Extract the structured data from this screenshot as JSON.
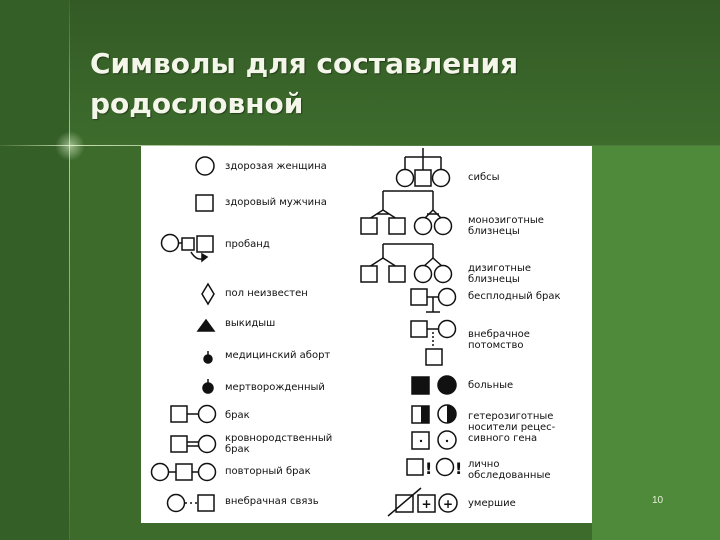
{
  "slide": {
    "title": "Символы для составления родословной",
    "page_number": "10"
  },
  "legend_left": [
    {
      "label": "здорозая женщина"
    },
    {
      "label": "здоровый мужчина"
    },
    {
      "label": "пробанд"
    },
    {
      "label": "пол неизвестен"
    },
    {
      "label": "выкидыш"
    },
    {
      "label": "медицинский аборт"
    },
    {
      "label": "мертворожденный"
    },
    {
      "label": "брак"
    },
    {
      "label": "кровнородственный брак"
    },
    {
      "label": "повторный брак"
    },
    {
      "label": "внебрачная связь"
    }
  ],
  "legend_right": [
    {
      "label": "сибсы"
    },
    {
      "label": "монозиготные близнецы"
    },
    {
      "label": "дизиготные близнецы"
    },
    {
      "label": "бесплодный брак"
    },
    {
      "label": "внебрачное потомство"
    },
    {
      "label": "больные"
    },
    {
      "label": "гетерозиготные носители рецес-сивного гена"
    },
    {
      "label": "лично обследованные"
    },
    {
      "label": "умершие"
    }
  ],
  "symbol_glyphs": {
    "examined_mark": "!",
    "heterozygote_dot": "·",
    "deceased_cross": "+"
  }
}
